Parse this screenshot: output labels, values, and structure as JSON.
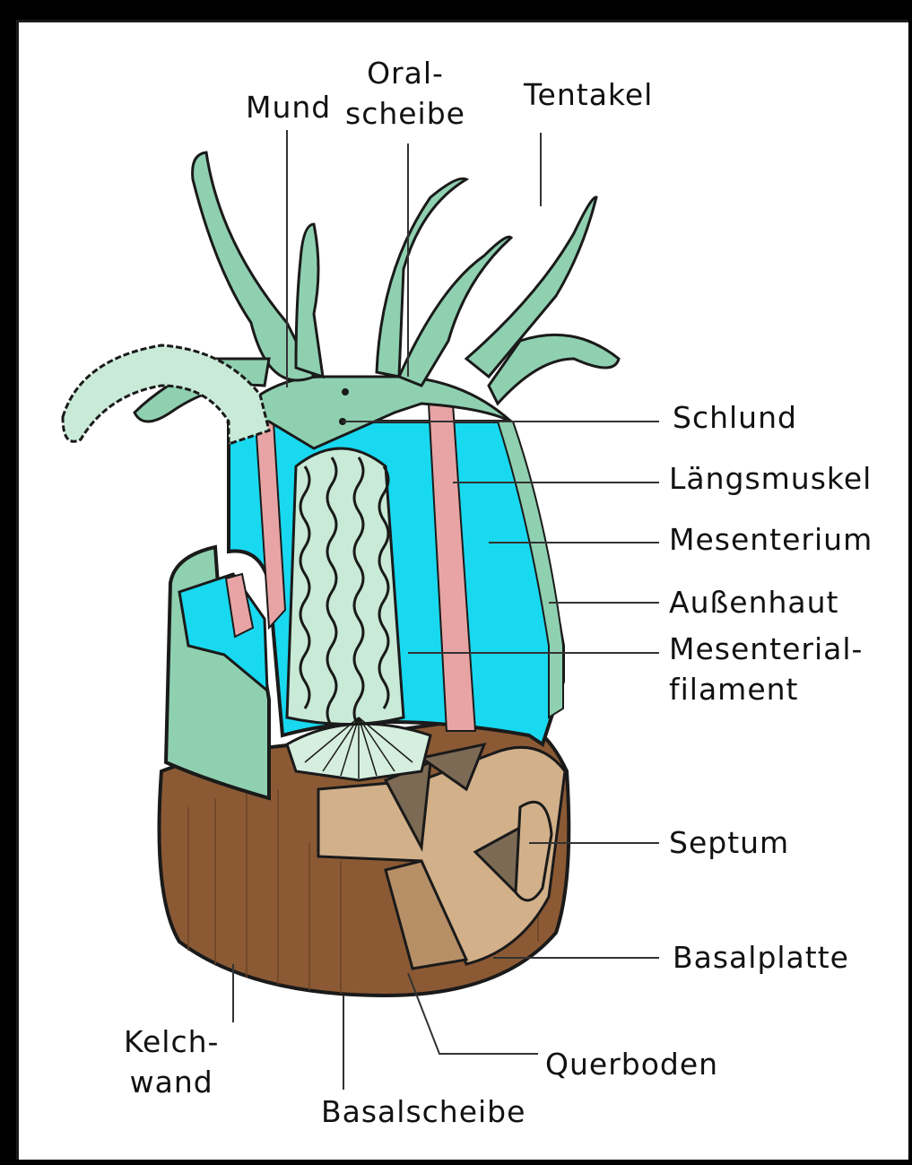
{
  "labels": {
    "mund": "Mund",
    "oral_scheibe": "Oral-\nscheibe",
    "tentakel": "Tentakel",
    "schlund": "Schlund",
    "laengsmuskel": "Längsmuskel",
    "mesenterium": "Mesenterium",
    "aussenhaut": "Außenhaut",
    "mesenterialfilament": "Mesenterial-\nfilament",
    "septum": "Septum",
    "basalplatte": "Basalplatte",
    "querboden": "Querboden",
    "kelchwand": "Kelch-\nwand",
    "basalscheibe": "Basalscheibe"
  },
  "colors": {
    "tissue": "#8fd0b0",
    "tissue_light": "#c9ead7",
    "cavity": "#18d9f0",
    "muscle": "#e8a4a4",
    "skeleton": "#8b5a35",
    "skeleton_light": "#d2b08a",
    "septum": "#7d6a55",
    "outline": "#1a1a1a"
  }
}
